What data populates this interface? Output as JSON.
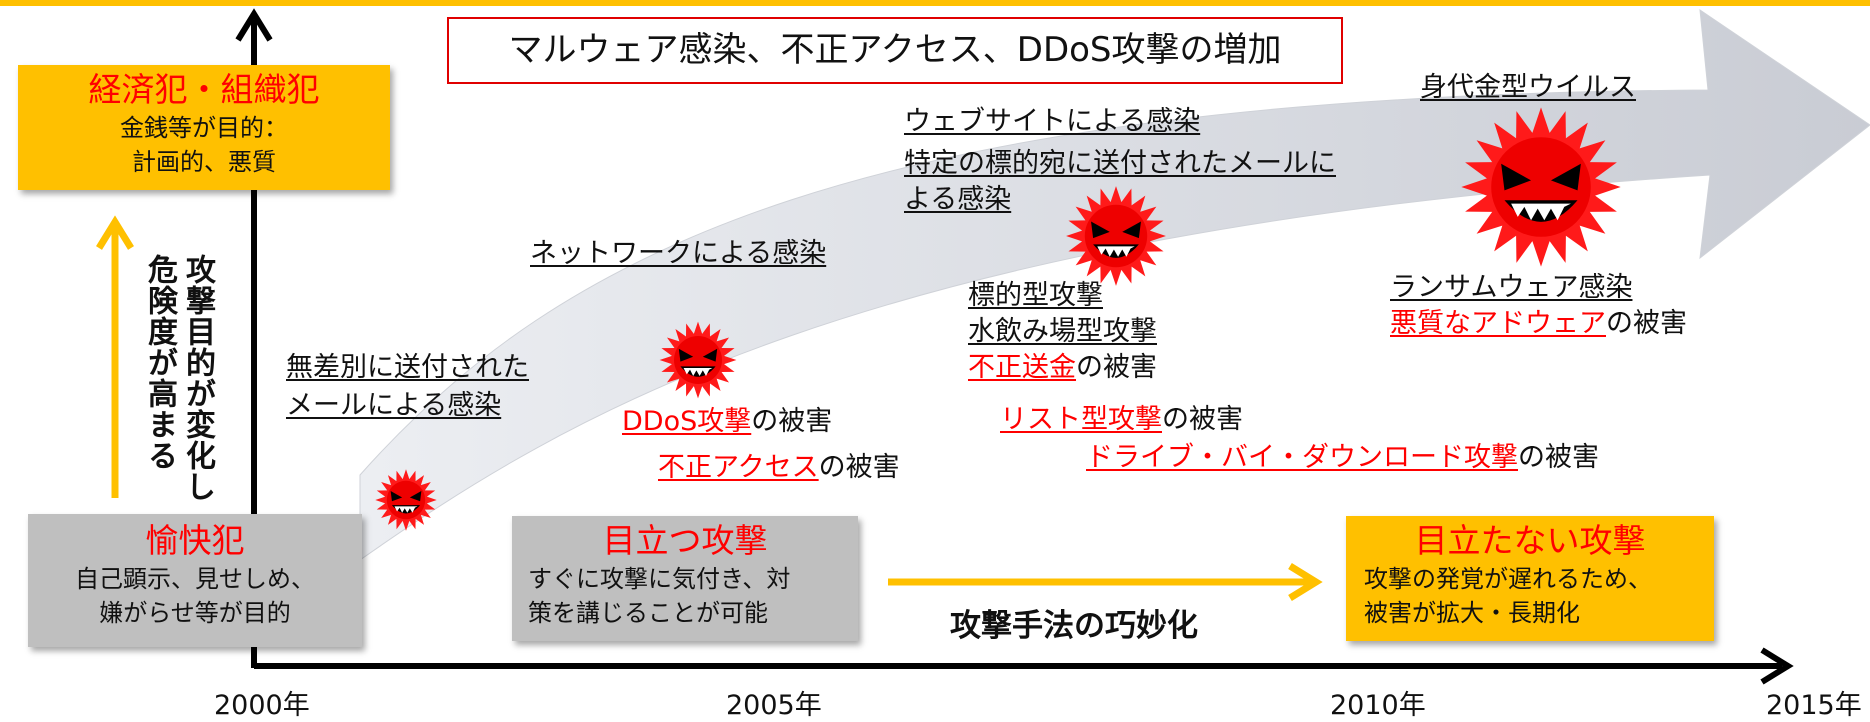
{
  "colors": {
    "accent_yellow": "#ffc000",
    "box_gray": "#bfbfbf",
    "text_red": "#ff0000",
    "axis": "#000000",
    "big_arrow": "#d9dbe1"
  },
  "top_banner": "マルウェア感染、不正アクセス、DDoS攻撃の増加",
  "boxes": {
    "economic": {
      "title": "経済犯・組織犯",
      "line1": "金銭等が目的：",
      "line2": "計画的、悪質"
    },
    "pleasure": {
      "title": "愉快犯",
      "line1": "自己顕示、見せしめ、",
      "line2": "嫌がらせ等が目的"
    },
    "visible": {
      "title": "目立つ攻撃",
      "line1": "すぐに攻撃に気付き、対",
      "line2": "策を講じることが可能"
    },
    "invisible": {
      "title": "目立たない攻撃",
      "line1": "攻撃の発覚が遅れるため、",
      "line2": "被害が拡大・長期化"
    }
  },
  "vertical_text": {
    "col1": "攻撃目的が変化し",
    "col2": "危険度が高まる"
  },
  "sophistication_label": "攻撃手法の巧妙化",
  "infections": {
    "mass_mail_1": "無差別に送付された",
    "mass_mail_2": "メールによる感染",
    "network": "ネットワークによる感染",
    "website": "ウェブサイトによる感染",
    "targeted_mail_1": "特定の標的宛に送付されたメールに",
    "targeted_mail_2": "よる感染",
    "ransom_virus": "身代金型ウイルス"
  },
  "damages": {
    "ddos": {
      "red": "DDoS攻撃",
      "suffix": "の被害"
    },
    "unauth": {
      "red": "不正アクセス",
      "suffix": "の被害"
    },
    "targeted": "標的型攻撃",
    "watering": "水飲み場型攻撃",
    "fraud": {
      "red": "不正送金",
      "suffix": "の被害"
    },
    "list": {
      "red": "リスト型攻撃",
      "suffix": "の被害"
    },
    "driveby": {
      "red": "ドライブ・バイ・ダウンロード攻撃",
      "suffix": "の被害"
    },
    "ransomware": "ランサムウェア感染",
    "adware": {
      "red": "悪質なアドウェア",
      "suffix": "の被害"
    }
  },
  "years": [
    "2000年",
    "2005年",
    "2010年",
    "2015年"
  ],
  "icons": [
    "virus-icon-small",
    "virus-icon-medium",
    "virus-icon-large",
    "virus-icon-xlarge"
  ]
}
